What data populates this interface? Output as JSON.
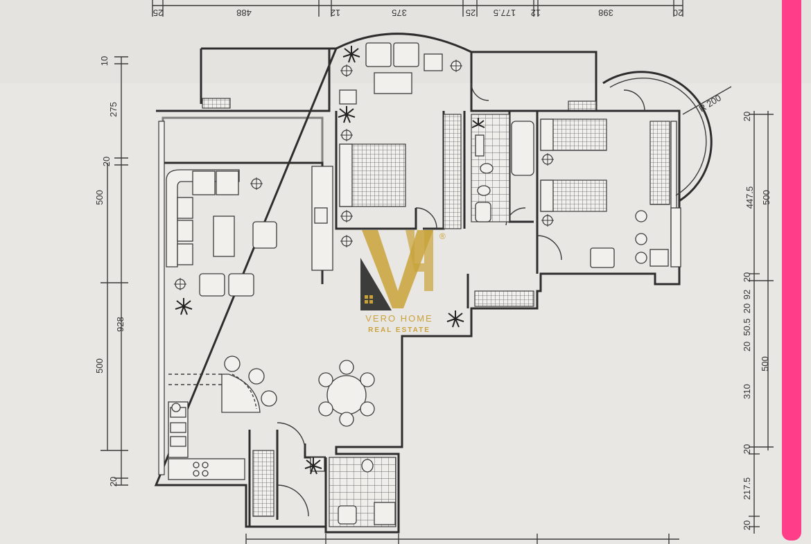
{
  "logo": {
    "mark": "VH",
    "name": "VERO HOME",
    "tagline": "REAL ESTATE",
    "registered": "®",
    "gold": "#c9a23a",
    "dark": "#1d1d1d"
  },
  "dimensions": {
    "top": [
      "25",
      "488",
      "12",
      "375",
      "25",
      "177.5",
      "12",
      "398",
      "20"
    ],
    "left": [
      "10",
      "275",
      "20",
      "500",
      "928",
      "500",
      "20"
    ],
    "right": [
      "20",
      "447.5",
      "500",
      "20",
      "92",
      "20",
      "50.5",
      "20",
      "500",
      "310",
      "20",
      "217.5",
      "20"
    ],
    "radius": "R 200"
  },
  "colors": {
    "paper": "#e9e7e3",
    "ink": "#2d2d2d",
    "accent_bar": "#ff3d88"
  }
}
